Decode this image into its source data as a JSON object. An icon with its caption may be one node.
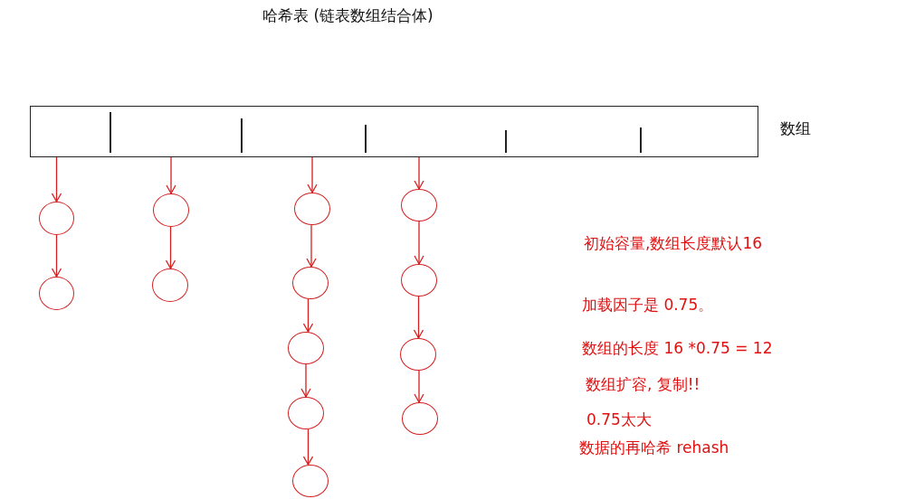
{
  "diagram": {
    "title": "哈希表 (链表数组结合体)",
    "nodes": [
      {
        "text": [],
        "shape": "box",
        "beside": [
          "数组"
        ]
      },
      {
        "text": [],
        "shape": "circle"
      },
      {
        "text": [],
        "shape": "circle"
      },
      {
        "text": [],
        "shape": "circle"
      },
      {
        "text": [],
        "shape": "circle"
      },
      {
        "text": [],
        "shape": "circle"
      },
      {
        "text": [],
        "shape": "circle"
      },
      {
        "text": [],
        "shape": "circle"
      },
      {
        "text": [],
        "shape": "circle"
      },
      {
        "text": [],
        "shape": "circle"
      },
      {
        "text": [],
        "shape": "circle"
      },
      {
        "text": [],
        "shape": "circle"
      },
      {
        "text": [],
        "shape": "circle"
      },
      {
        "text": [],
        "shape": "circle"
      }
    ],
    "edges": [
      {
        "from": 0,
        "to": 1,
        "arrow": "to"
      },
      {
        "from": 1,
        "to": 2,
        "arrow": "to"
      },
      {
        "from": 0,
        "to": 3,
        "arrow": "to"
      },
      {
        "from": 3,
        "to": 4,
        "arrow": "to"
      },
      {
        "from": 0,
        "to": 5,
        "arrow": "to"
      },
      {
        "from": 5,
        "to": 6,
        "arrow": "to"
      },
      {
        "from": 6,
        "to": 7,
        "arrow": "to"
      },
      {
        "from": 7,
        "to": 8,
        "arrow": "to"
      },
      {
        "from": 8,
        "to": 9,
        "arrow": "to"
      },
      {
        "from": 0,
        "to": 10,
        "arrow": "to"
      },
      {
        "from": 10,
        "to": 11,
        "arrow": "to"
      },
      {
        "from": 11,
        "to": 12,
        "arrow": "to"
      },
      {
        "from": 12,
        "to": 13,
        "arrow": "to"
      }
    ],
    "labels": [
      "初始容量,数组长度默认16",
      "加载因子是 0.75。",
      "数组的长度 16 *0.75 = 12",
      "数组扩容, 复制!!",
      "0.75太大",
      "数据的再哈希 rehash"
    ]
  }
}
